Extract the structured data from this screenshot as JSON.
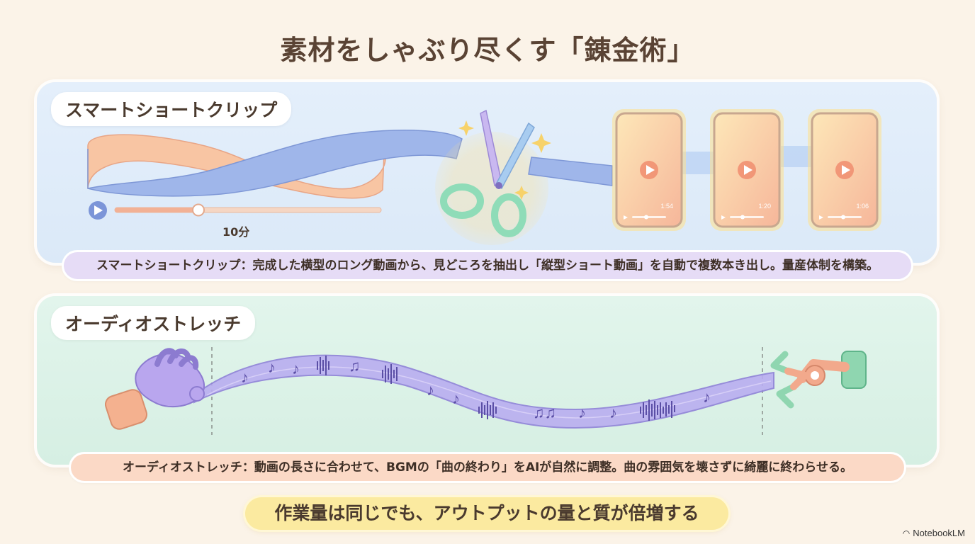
{
  "title": "素材をしゃぶり尽くす「錬金術」",
  "clip_section": {
    "label": "スマートショートクリップ",
    "timeline_label": "10分",
    "phones": [
      {
        "duration": "1:54"
      },
      {
        "duration": "1:20"
      },
      {
        "duration": "1:06"
      }
    ],
    "caption": "スマートショートクリップ：完成した横型のロング動画から、見どころを抽出し「縦型ショート動画」を自動で複数本き出し。量産体制を構築。"
  },
  "audio_section": {
    "label": "オーディオストレッチ",
    "caption": "オーディオストレッチ：動画の長さに合わせて、BGMの「曲の終わり」をAIが自然に調整。曲の雰囲気を壊さずに綺麗に終わらせる。"
  },
  "footer_banner": "作業量は同じでも、アウトプットの量と質が倍増する",
  "brand": "NotebookLM",
  "colors": {
    "ribbon_blue": "#9fb6ea",
    "ribbon_peach": "#f8c5a3",
    "scissor_green": "#8fdcb8",
    "phone_glow": "#ffd36b",
    "audio_ribbon": "#b9aef0",
    "hand_purple": "#b9a6ee",
    "claw_peach": "#f2a98c"
  }
}
